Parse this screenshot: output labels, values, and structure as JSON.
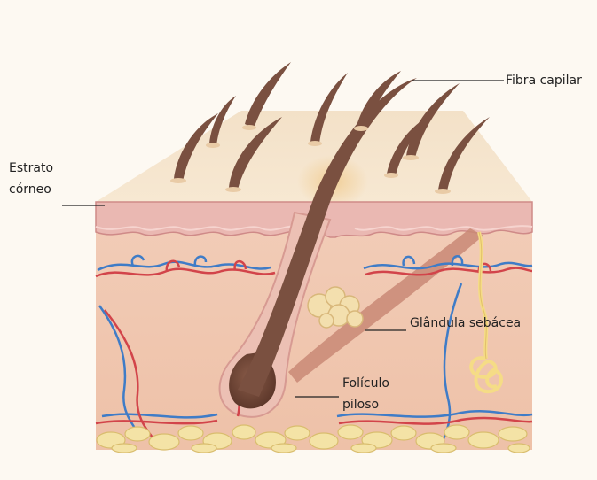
{
  "labels": {
    "hair_fiber": "Fibra capilar",
    "stratum_corneum_line1": "Estrato",
    "stratum_corneum_line2": "córneo",
    "sebaceous_gland": "Glândula sebácea",
    "hair_follicle_line1": "Folículo",
    "hair_follicle_line2": "piloso"
  },
  "colors": {
    "background": "#fdf9f2",
    "skin_top": "#f4dfc6",
    "epidermis": "#eab8b2",
    "dermis": "#f0cbb8",
    "hair": "#7a5040",
    "artery": "#d2444a",
    "vein": "#3f7cc7",
    "fat": "#f4e3a6",
    "sweat_gland": "#f7e08a",
    "leader_line": "#222222"
  }
}
